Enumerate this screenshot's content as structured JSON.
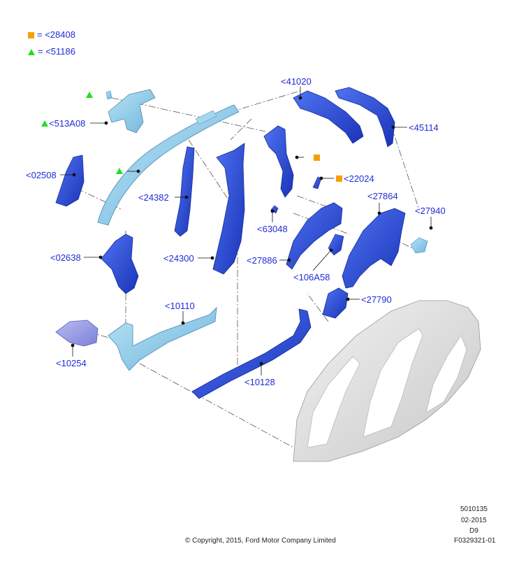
{
  "legend": [
    {
      "symbol": "square-orange",
      "text": "= <28408"
    },
    {
      "symbol": "triangle-green",
      "text": "= <51186"
    }
  ],
  "labels": {
    "p41020": "<41020",
    "p45114": "<45114",
    "p513a08": "<513A08",
    "p02508": "<02508",
    "p22024": "<22024",
    "p24382": "<24382",
    "p27864": "<27864",
    "p27940": "<27940",
    "p63048": "<63048",
    "p02638": "<02638",
    "p24300": "<24300",
    "p27886": "<27886",
    "p106a58": "<106A58",
    "p27790": "<27790",
    "p10110": "<10110",
    "p10254": "<10254",
    "p10128": "<10128"
  },
  "footer": {
    "copyright": "© Copyright, 2015, Ford Motor Company Limited",
    "code1": "5010135",
    "date": "02-2015",
    "code2": "D9",
    "code3": "F0329321-01"
  },
  "colors": {
    "label": "#1f2bd9",
    "part_blue": "#2b4fd6",
    "part_light": "#8ec8e8",
    "marker_orange": "#f5a000",
    "marker_green": "#22dd22"
  }
}
